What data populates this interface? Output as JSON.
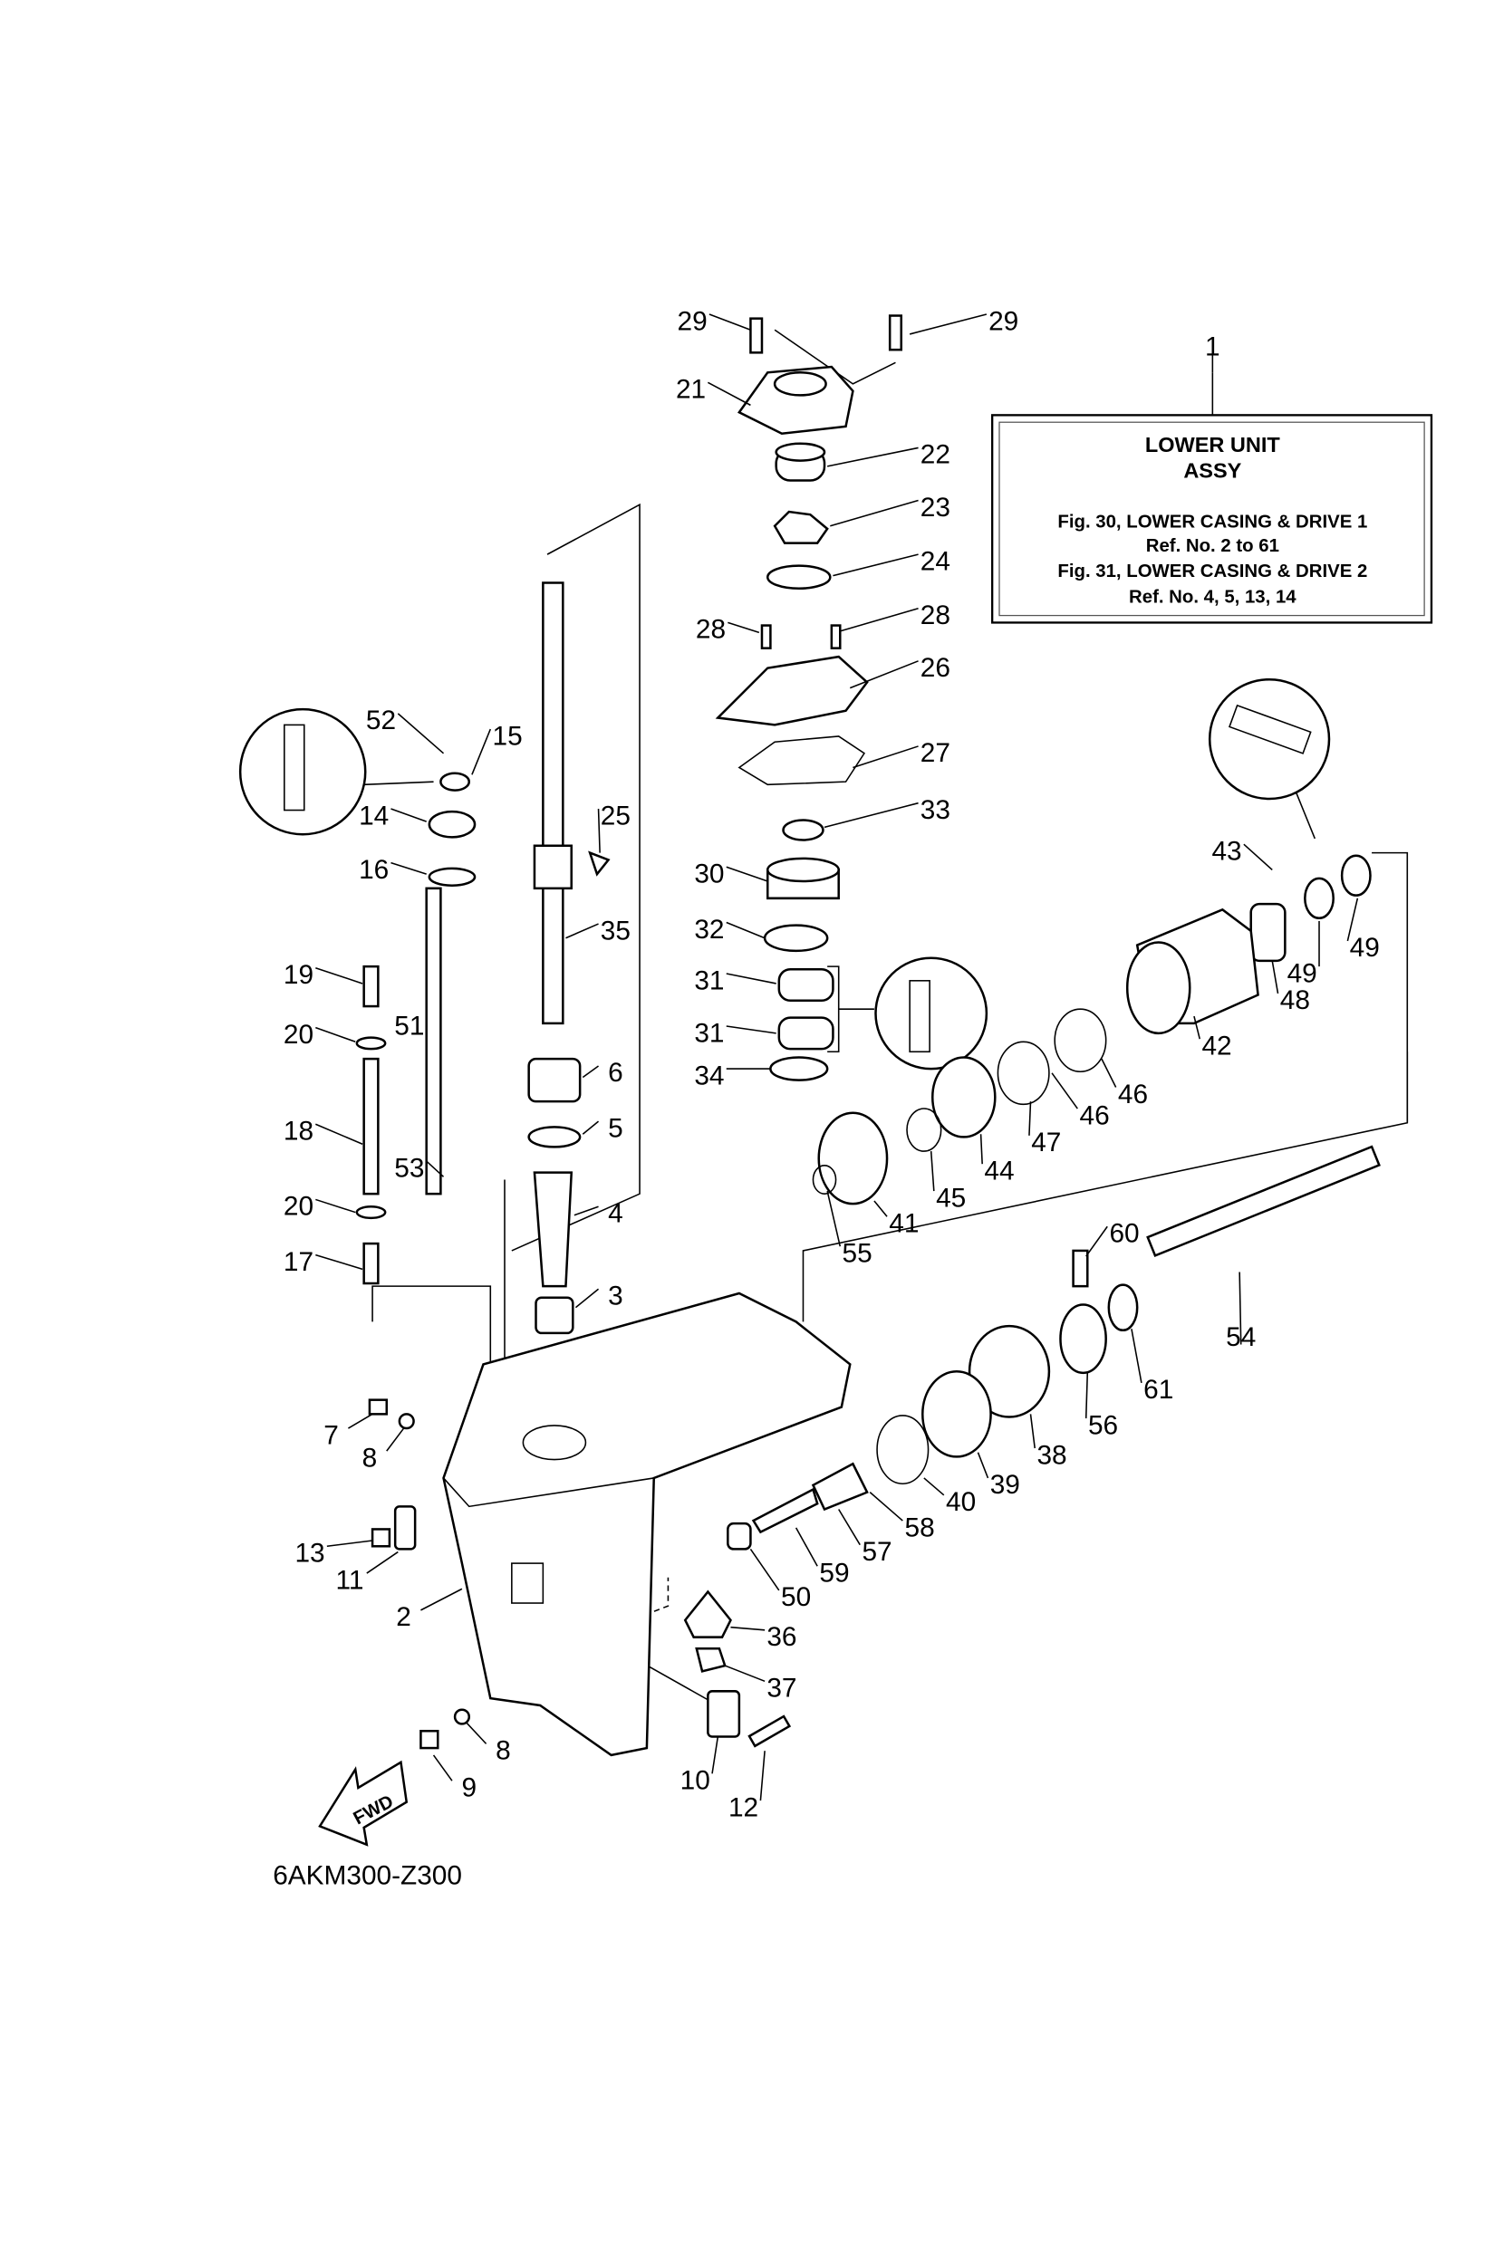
{
  "title_box": {
    "title_line1": "LOWER  UNIT",
    "title_line2": "ASSY",
    "line3": "Fig. 30, LOWER CASING & DRIVE 1",
    "line4": "Ref. No. 2 to 61",
    "line5": "Fig. 31, LOWER CASING & DRIVE 2",
    "line6": "Ref. No. 4, 5, 13, 14"
  },
  "diagram_code": "6AKM300-Z300",
  "fwd_arrow_label": "FWD",
  "callouts": [
    "29",
    "29",
    "21",
    "22",
    "23",
    "24",
    "28",
    "28",
    "26",
    "27",
    "33",
    "30",
    "32",
    "31",
    "31",
    "34",
    "52",
    "15",
    "14",
    "16",
    "25",
    "35",
    "19",
    "20",
    "51",
    "18",
    "53",
    "20",
    "17",
    "6",
    "5",
    "4",
    "3",
    "1",
    "43",
    "49",
    "49",
    "48",
    "42",
    "46",
    "46",
    "47",
    "44",
    "45",
    "41",
    "55",
    "60",
    "54",
    "61",
    "56",
    "38",
    "39",
    "40",
    "58",
    "57",
    "59",
    "50",
    "36",
    "37",
    "7",
    "8",
    "13",
    "11",
    "2",
    "8",
    "9",
    "10",
    "12"
  ]
}
